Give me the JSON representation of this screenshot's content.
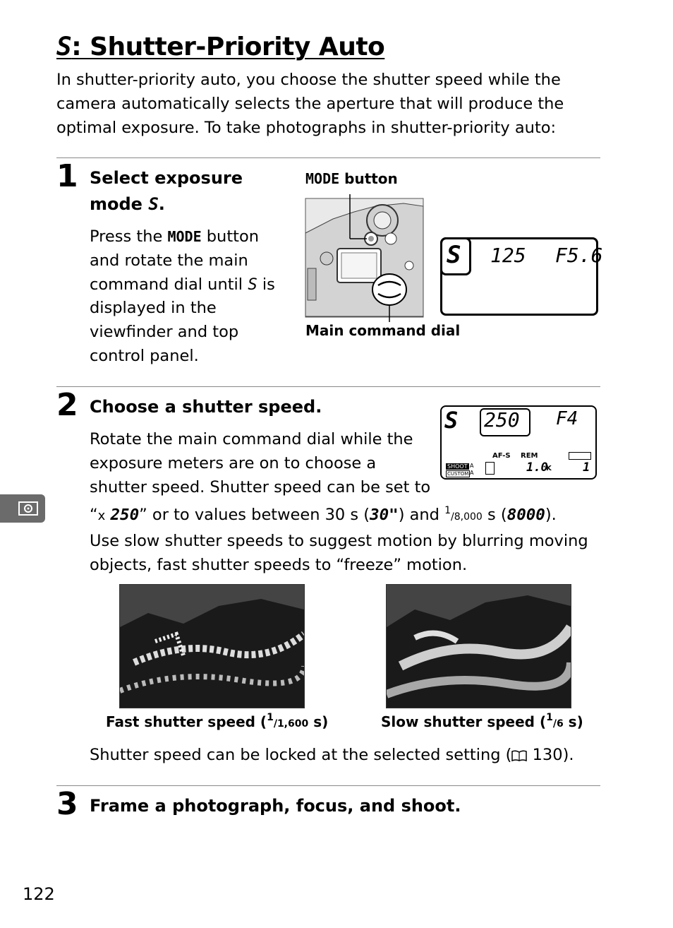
{
  "page": {
    "title_mode_glyph": "S",
    "title_text": ": Shutter-Priority Auto",
    "intro": "In shutter-priority auto, you choose the shutter speed while the camera automatically selects the aperture that will produce the optimal exposure.  To take photographs in shutter-priority auto:",
    "page_number": "122"
  },
  "step1": {
    "number": "1",
    "heading_line1": "Select exposure",
    "heading_line2_prefix": "mode ",
    "heading_glyph": "S",
    "heading_suffix": ".",
    "body_a": "Press the ",
    "mode_word": "MODE",
    "body_b": " button and rotate the main command dial until ",
    "body_glyph": "S",
    "body_c": " is displayed in the viewfinder and top control panel.",
    "mode_button_caption_mode": "MODE",
    "mode_button_caption_rest": " button",
    "dial_caption": "Main command dial",
    "lcd": {
      "mode": "S",
      "shutter": "125",
      "aperture": "F5.6"
    }
  },
  "step2": {
    "number": "2",
    "heading": "Choose a shutter speed.",
    "body_line1": "Rotate the main command dial while the",
    "body_line2": "exposure meters are on to choose a",
    "body_line3": "shutter speed. Shutter speed can be set to",
    "body_line4_a": "“",
    "bulb_x": "x",
    "bulb_val": "250",
    "body_line4_b": "” or to values between 30 s (",
    "val_30": "30\"",
    "body_line4_c": ") and ",
    "frac_num": "1",
    "frac_den": "/8,000",
    "body_line4_d": " s (",
    "val_8000": "8000",
    "body_line4_e": ").",
    "body_line5": "Use slow shutter speeds to suggest motion by blurring moving",
    "body_line6": "objects, fast shutter speeds to “freeze” motion.",
    "lcd": {
      "mode": "S",
      "shutter": "250",
      "aperture": "F4",
      "af": "AF-S",
      "rem": "REM",
      "shoot": "SHOOT",
      "custom": "CUSTOM",
      "a1": "A",
      "a2": "A",
      "comp": "1.0",
      "k": "K",
      "frames": "1"
    },
    "fast_caption_a": "Fast shutter speed (",
    "fast_num": "1",
    "fast_den": "/1,600",
    "fast_caption_b": " s)",
    "slow_caption_a": "Slow shutter speed (",
    "slow_num": "1",
    "slow_den": "/6",
    "slow_caption_b": " s)",
    "lock_a": "Shutter speed can be locked at the selected setting (",
    "lock_b": " 130)."
  },
  "step3": {
    "number": "3",
    "heading": "Frame a photograph, focus, and shoot."
  }
}
